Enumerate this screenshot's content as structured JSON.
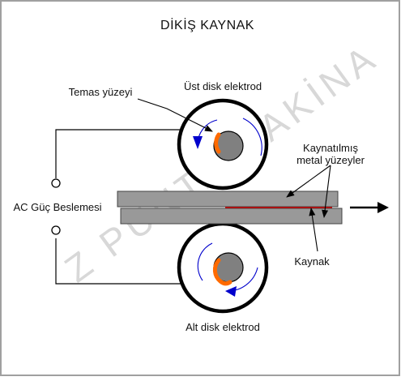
{
  "title": "DİKİŞ KAYNAK",
  "labels": {
    "contact_surface": "Temas yüzeyi",
    "upper_electrode": "Üst disk elektrod",
    "welded_surfaces_line1": "Kaynatılmış",
    "welded_surfaces_line2": "metal yüzeyler",
    "ac_supply": "AC Güç Beslemesi",
    "weld": "Kaynak",
    "lower_electrode": "Alt disk elektrod"
  },
  "watermark": "Z PUNTA MAKİNA",
  "colors": {
    "border": "#a0a0a0",
    "electrode_outline": "#000000",
    "hub": "#808080",
    "contact_arc": "#ff6a00",
    "rotation_arrow": "#0000cc",
    "plate": "#999999",
    "weld_line": "#cc0000",
    "watermark": "#d8d8d8"
  }
}
